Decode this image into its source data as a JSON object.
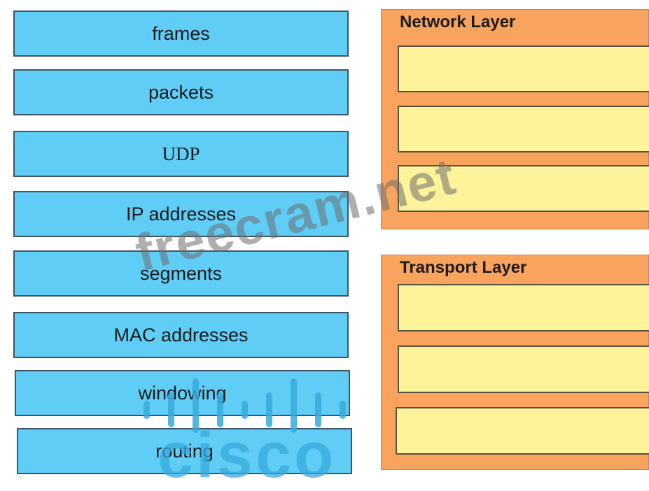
{
  "options": [
    {
      "label": "frames"
    },
    {
      "label": "packets"
    },
    {
      "label": "UDP"
    },
    {
      "label": "IP addresses"
    },
    {
      "label": "segments"
    },
    {
      "label": "MAC addresses"
    },
    {
      "label": "windowing"
    },
    {
      "label": "routing"
    }
  ],
  "targets": [
    {
      "title": "Network Layer",
      "slot_count": 3
    },
    {
      "title": "Transport Layer",
      "slot_count": 3
    }
  ],
  "watermark": {
    "text": "freecram.net"
  },
  "logo": {
    "text": "cisco"
  },
  "colors": {
    "option_fill": "#5fcdf6",
    "panel_fill": "#f8a45e",
    "slot_fill": "#fdf39a",
    "logo": "#37aadc"
  }
}
